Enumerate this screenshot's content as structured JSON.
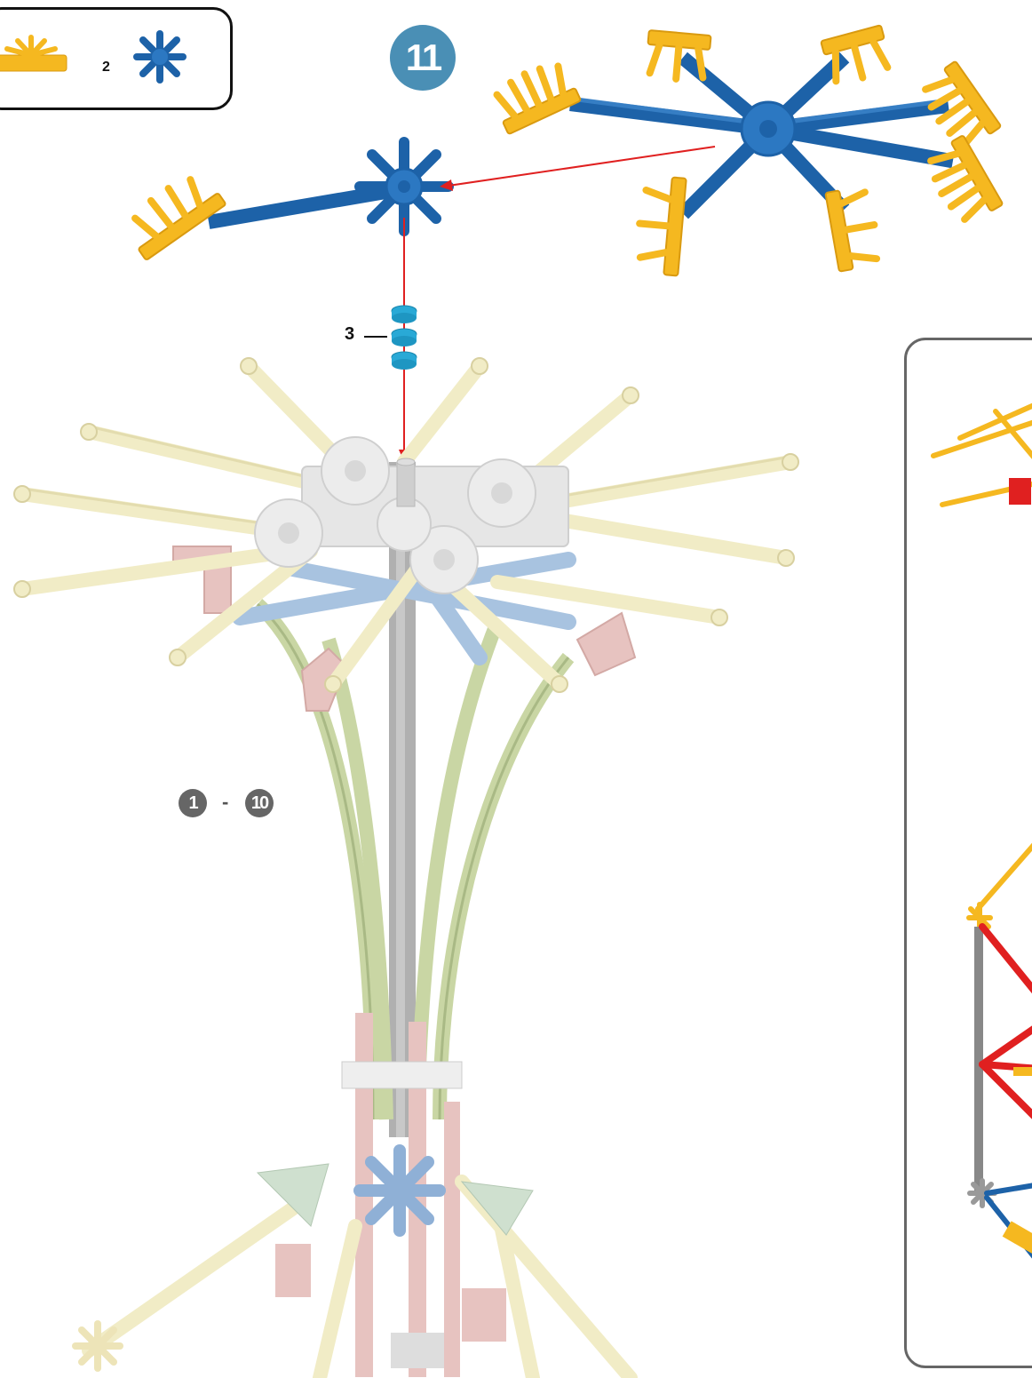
{
  "step": {
    "number": "11",
    "color": "#4a8fb5"
  },
  "parts": [
    {
      "qty": "",
      "name": "yellow-half-connector",
      "color": "#f5b820"
    },
    {
      "qty": "2",
      "name": "blue-8-way-connector",
      "color": "#1d62a8"
    }
  ],
  "spacer_callout": {
    "qty": "3"
  },
  "previous_steps": {
    "from": "1",
    "to": "10",
    "dash": "-"
  },
  "colors": {
    "blue": "#1d62a8",
    "yellow": "#f5b820",
    "arrow": "#e02020",
    "spacer": "#29a9d6",
    "faded_rod": "#f1ecc6",
    "faded_green": "#c9d6a4",
    "faded_pink": "#e7c3c0",
    "faded_blue": "#a8c3e0",
    "gray_rod": "#9a9a9a",
    "preview_red": "#e02020"
  }
}
